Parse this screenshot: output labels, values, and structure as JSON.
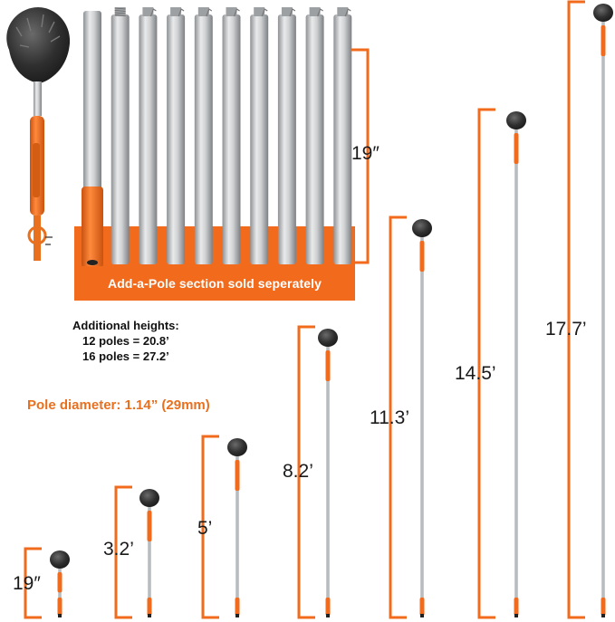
{
  "colors": {
    "accent": "#f26b1d",
    "pole": "#c9cbcd",
    "brush": "#333333"
  },
  "banner": {
    "text": "Add-a-Pole section sold seperately"
  },
  "additional_heights": {
    "title": "Additional heights:",
    "lines": [
      "12 poles = 20.8’",
      "16 poles = 27.2’"
    ]
  },
  "pole_diameter": {
    "text": "Pole diameter: 1.14” (29mm)"
  },
  "section": {
    "count": 10,
    "length_label": "19″"
  },
  "lengths": [
    {
      "label": "19″"
    },
    {
      "label": "3.2’"
    },
    {
      "label": "5’"
    },
    {
      "label": "8.2’"
    },
    {
      "label": "11.3’"
    },
    {
      "label": "14.5’"
    },
    {
      "label": "17.7’"
    }
  ]
}
